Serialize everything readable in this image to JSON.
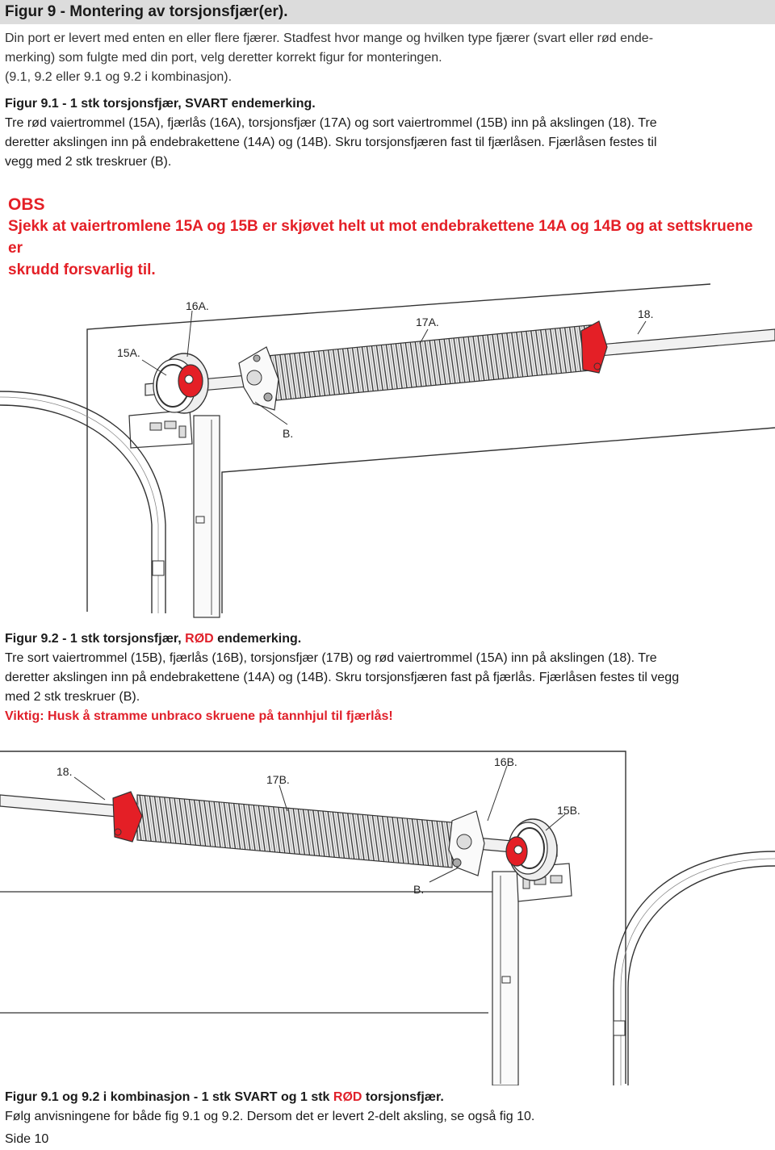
{
  "header": {
    "title": "Figur 9 - Montering av torsjonsfjær(er)."
  },
  "intro": {
    "line1": "Din port er levert med enten en eller flere fjærer. Stadfest hvor mange og hvilken type fjærer (svart eller rød ende-",
    "line2": "merking) som fulgte med din port, velg deretter korrekt figur for monteringen.",
    "line3": "(9.1, 9.2 eller 9.1 og 9.2 i kombinasjon)."
  },
  "fig91": {
    "title": "Figur 9.1 - 1 stk torsjonsfjær, SVART endemerking.",
    "line1": "Tre rød vaiertrommel (15A), fjærlås (16A), torsjonsfjær (17A) og sort vaiertrommel (15B) inn på akslingen (18). Tre",
    "line2": "deretter akslingen inn på endebrakettene (14A) og (14B). Skru torsjonsfjæren fast til fjærlåsen. Fjærlåsen festes til",
    "line3": "vegg med 2 stk treskruer (B)."
  },
  "obs": {
    "head": "OBS",
    "line1": "Sjekk at vaiertromlene 15A og 15B er skjøvet helt ut mot endebrakettene 14A og 14B og at settskruene er",
    "line2": "skrudd forsvarlig til."
  },
  "diagram1": {
    "labels": {
      "l16a": "16A.",
      "l17a": "17A.",
      "l18": "18.",
      "l15a": "15A.",
      "lb": "B."
    }
  },
  "fig92": {
    "title_pre": "Figur 9.2 - 1 stk torsjonsfjær, ",
    "title_red": "RØD",
    "title_post": " endemerking.",
    "line1": "Tre sort vaiertrommel (15B), fjærlås (16B), torsjonsfjær (17B) og rød vaiertrommel (15A) inn på akslingen (18). Tre",
    "line2": "deretter akslingen inn på endebrakettene (14A) og (14B). Skru torsjonsfjæren fast på fjærlås. Fjærlåsen festes til vegg",
    "line3": "med 2 stk treskruer (B).",
    "warning": "Viktig: Husk å stramme unbraco skruene på tannhjul til fjærlås!"
  },
  "diagram2": {
    "labels": {
      "l18": "18.",
      "l17b": "17B.",
      "l16b": "16B.",
      "l15b": "15B.",
      "lb": "B."
    }
  },
  "fig_combo": {
    "title_pre": "Figur 9.1 og 9.2 i kombinasjon - 1 stk SVART og 1 stk ",
    "title_red": "RØD",
    "title_post": " torsjonsfjær.",
    "line1": "Følg anvisningene for både fig 9.1 og 9.2. Dersom det er levert 2-delt aksling, se også fig 10."
  },
  "footer": {
    "page": "Side 10"
  },
  "colors": {
    "red": "#e41f26",
    "title_bg": "#dcdcdc"
  }
}
